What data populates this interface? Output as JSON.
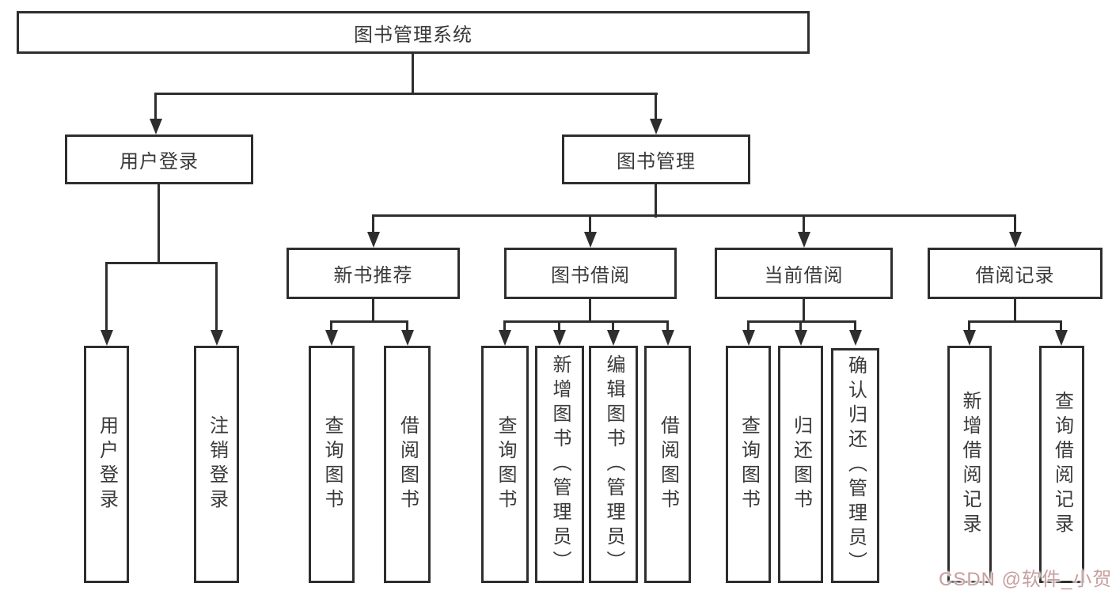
{
  "diagram": {
    "title_node": {
      "label": "图书管理系统"
    },
    "user_login": {
      "label": "用户登录",
      "children": [
        "用户登录",
        "注销登录"
      ]
    },
    "book_management": {
      "label": "图书管理",
      "children": [
        {
          "label": "新书推荐",
          "children": [
            "查询图书",
            "借阅图书"
          ]
        },
        {
          "label": "图书借阅",
          "children": [
            "查询图书",
            "新增图书（管理员）",
            "编辑图书（管理员）",
            "借阅图书"
          ]
        },
        {
          "label": "当前借阅",
          "children": [
            "查询图书",
            "归还图书",
            "确认归还（管理员）"
          ]
        },
        {
          "label": "借阅记录",
          "children": [
            "新增借阅记录",
            "查询借阅记录"
          ]
        }
      ]
    }
  },
  "watermark": {
    "text": "CSDN @软件_小贺同学",
    "color": "#c89f9f"
  },
  "colors": {
    "border": "#2e2e2e",
    "text": "#3a3a3a",
    "background": "#ffffff"
  }
}
